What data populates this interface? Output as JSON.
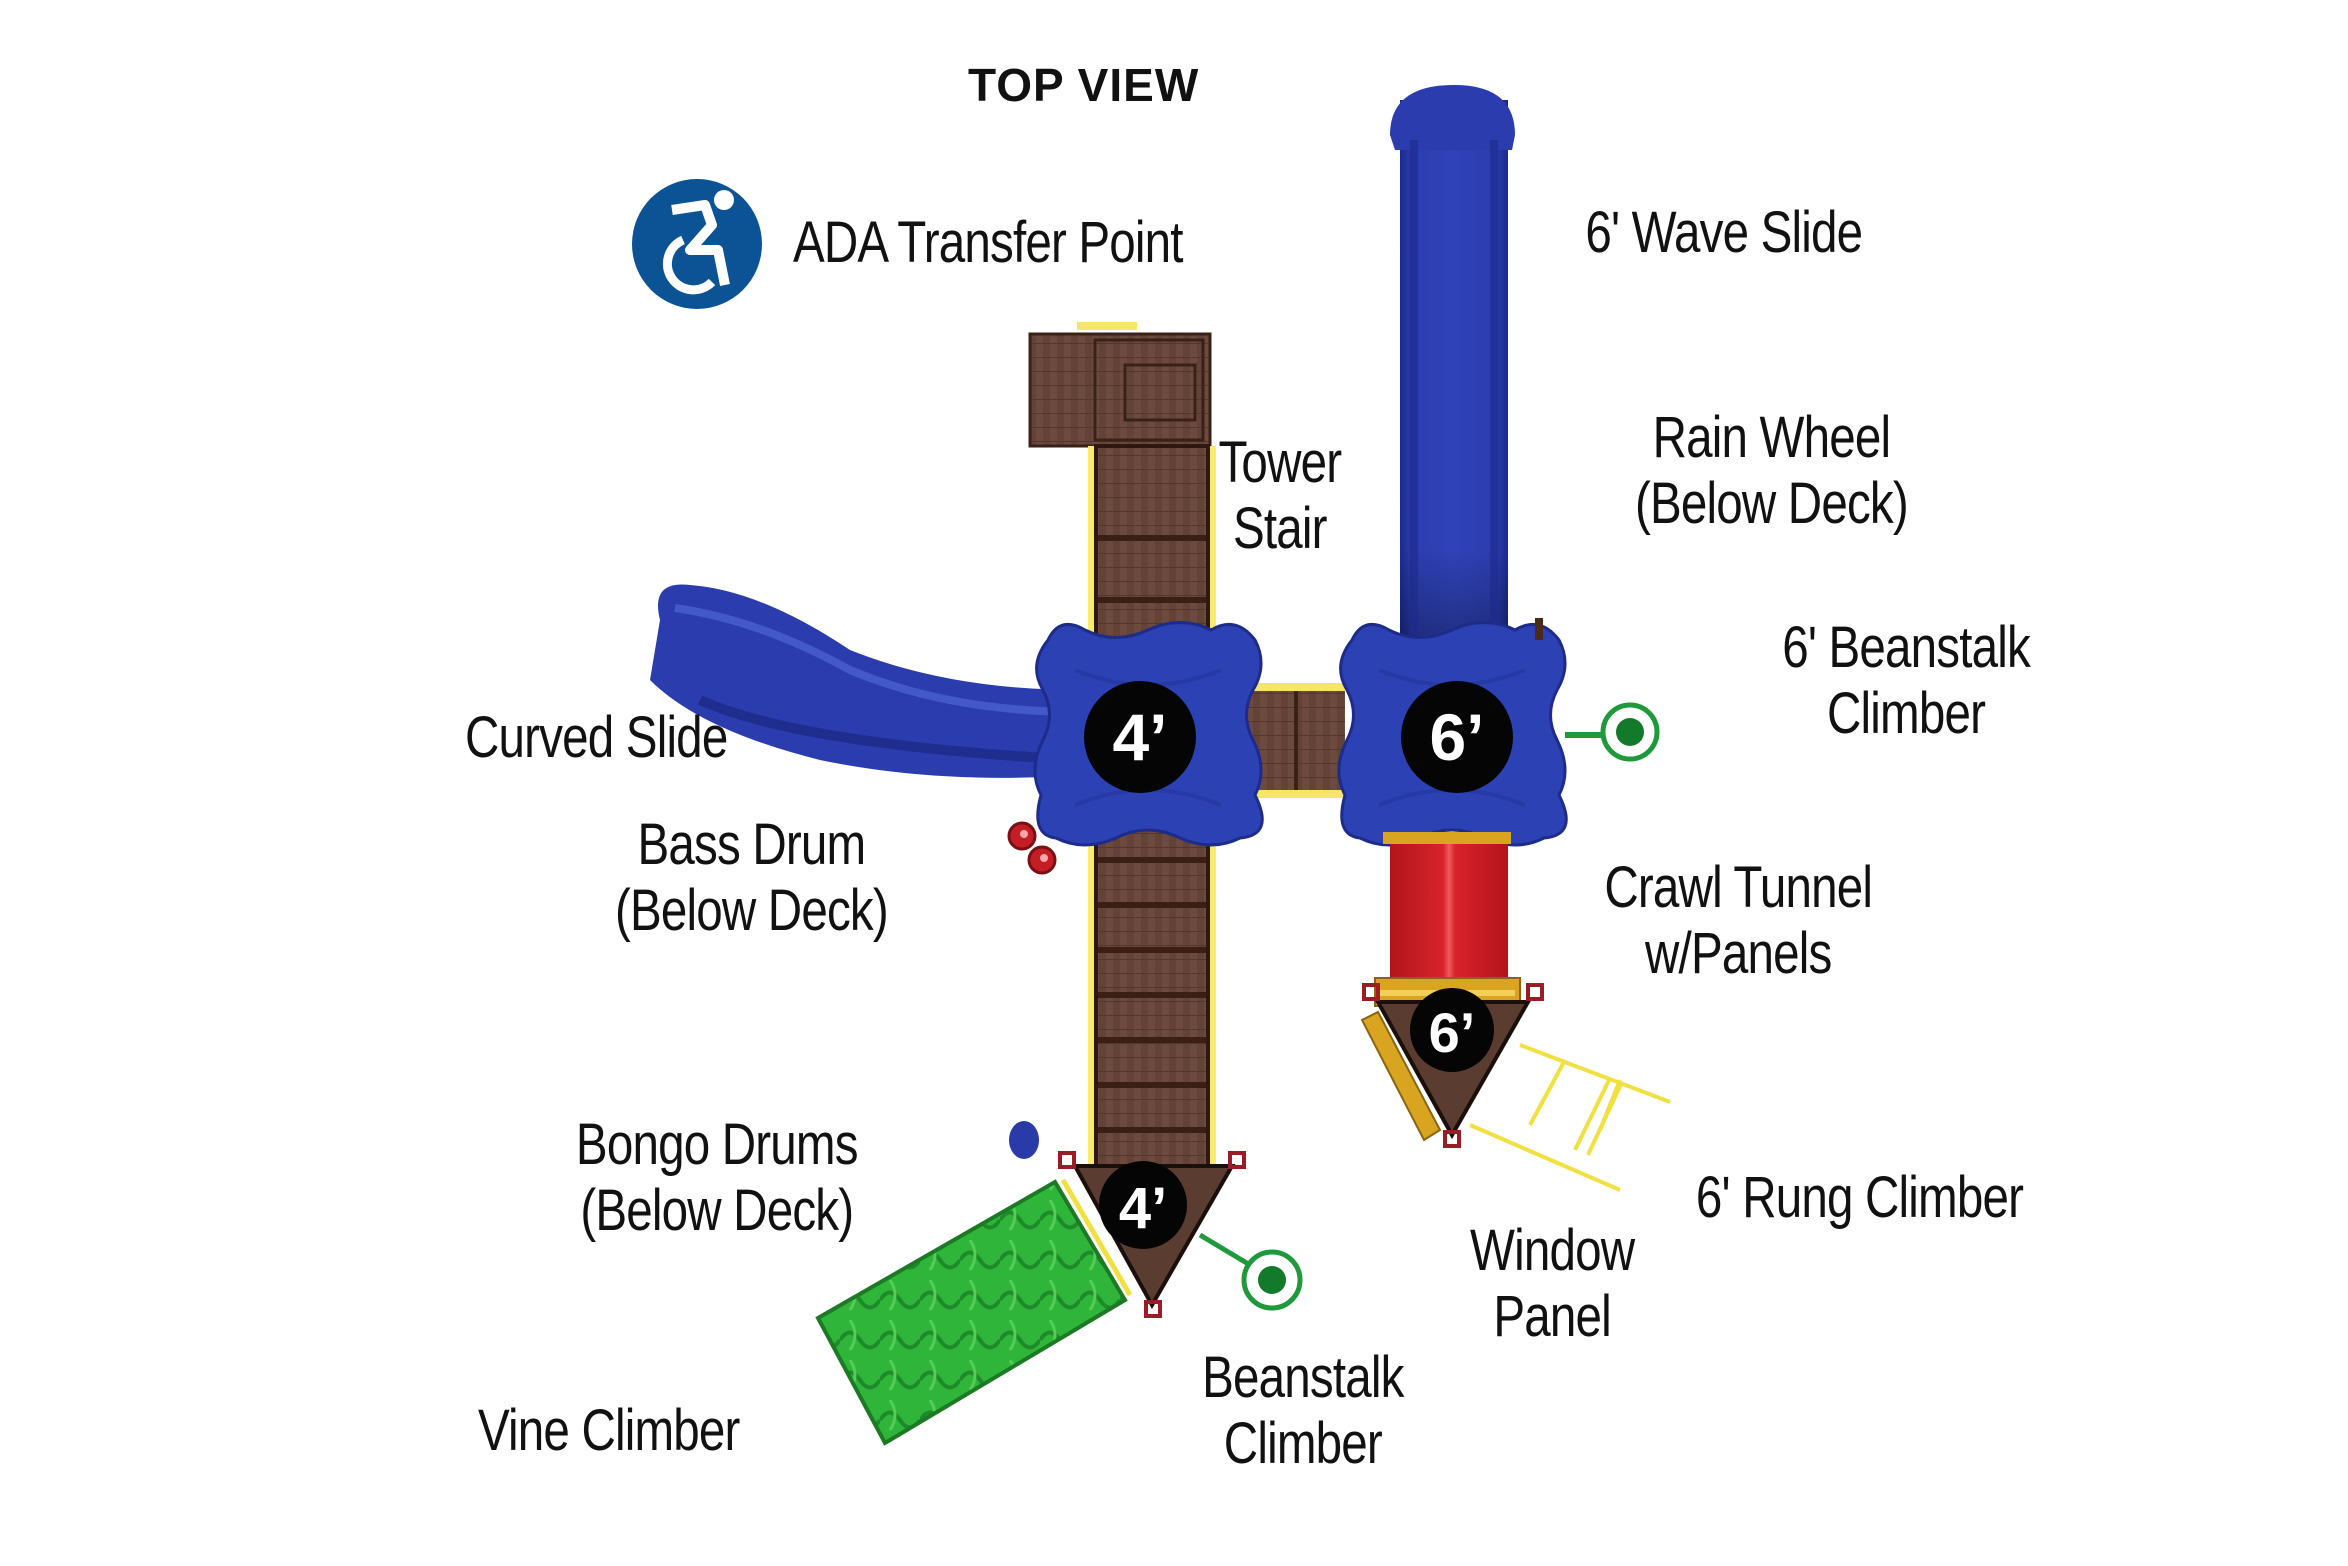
{
  "title": "TOP VIEW",
  "legend": {
    "icon": "accessibility-wheelchair-icon",
    "icon_color": "#0b5394",
    "label": "ADA Transfer  Point"
  },
  "decks": [
    {
      "id": "deck-4ft-square",
      "height_label": "4’",
      "shape": "square",
      "color": "#2f45b4"
    },
    {
      "id": "deck-6ft-square",
      "height_label": "6’",
      "shape": "square",
      "color": "#2f45b4"
    },
    {
      "id": "deck-6ft-triangle",
      "height_label": "6’",
      "shape": "triangle",
      "color": "#5a3a2e"
    },
    {
      "id": "deck-4ft-triangle",
      "height_label": "4’",
      "shape": "triangle",
      "color": "#5a3a2e"
    }
  ],
  "components": [
    {
      "key": "wave_slide",
      "lines": [
        "6' Wave Slide"
      ],
      "color": "#2a3aa8"
    },
    {
      "key": "rain_wheel",
      "lines": [
        "Rain Wheel",
        "(Below Deck)"
      ]
    },
    {
      "key": "tower_stair",
      "lines": [
        "Tower",
        "Stair"
      ],
      "color": "#5c3a30"
    },
    {
      "key": "beanstalk_6",
      "lines": [
        "6' Beanstalk",
        "Climber"
      ],
      "color": "#1e9a3c"
    },
    {
      "key": "curved_slide",
      "lines": [
        "Curved Slide"
      ],
      "color": "#2a3aa8"
    },
    {
      "key": "bass_drum",
      "lines": [
        "Bass Drum",
        "(Below Deck)"
      ],
      "color": "#c0212a"
    },
    {
      "key": "crawl_tunnel",
      "lines": [
        "Crawl Tunnel",
        "w/Panels"
      ],
      "color": "#d2202a"
    },
    {
      "key": "bongo_drums",
      "lines": [
        "Bongo Drums",
        "(Below Deck)"
      ],
      "color": "#2a3aa8"
    },
    {
      "key": "rung_climber",
      "lines": [
        "6' Rung Climber"
      ],
      "color": "#f2e24a"
    },
    {
      "key": "window_panel",
      "lines": [
        "Window",
        "Panel"
      ],
      "color": "#d9a520"
    },
    {
      "key": "beanstalk",
      "lines": [
        "Beanstalk",
        "Climber"
      ],
      "color": "#1e9a3c"
    },
    {
      "key": "vine_climber",
      "lines": [
        "Vine Climber"
      ],
      "color": "#2db33a"
    }
  ]
}
